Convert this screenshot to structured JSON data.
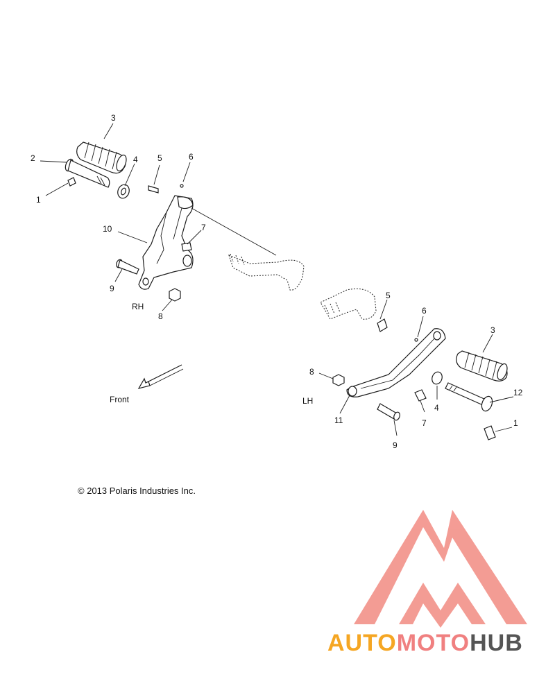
{
  "callouts": {
    "rh_3": "3",
    "rh_2": "2",
    "rh_1": "1",
    "rh_4": "4",
    "rh_5": "5",
    "rh_6": "6",
    "rh_10": "10",
    "rh_7": "7",
    "rh_9": "9",
    "rh_8": "8",
    "lh_5": "5",
    "lh_6": "6",
    "lh_3": "3",
    "lh_8": "8",
    "lh_12": "12",
    "lh_11": "11",
    "lh_7": "7",
    "lh_4": "4",
    "lh_9": "9",
    "lh_1": "1"
  },
  "side_labels": {
    "rh": "RH",
    "lh": "LH"
  },
  "direction_label": "Front",
  "copyright": "© 2013 Polaris Industries Inc.",
  "watermark": {
    "part1": "AUTO",
    "part2": "MOTO",
    "part3": "HUB",
    "colors": {
      "auto": "#f5a623",
      "moto": "#f08080",
      "hub": "#555555",
      "logo": "#f28b82"
    }
  }
}
